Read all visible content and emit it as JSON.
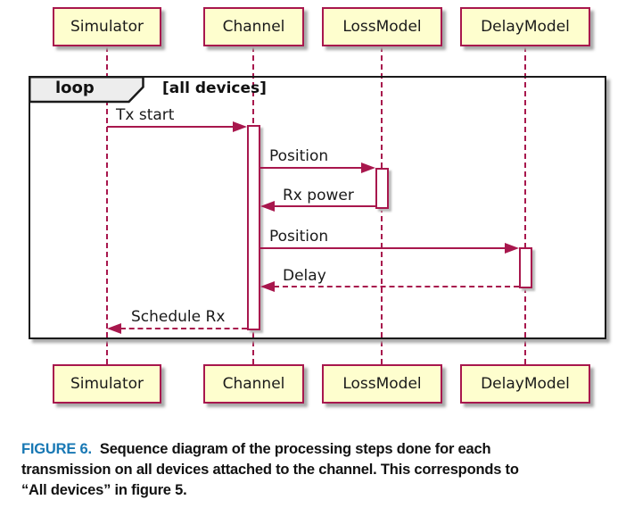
{
  "diagram": {
    "participants": [
      "Simulator",
      "Channel",
      "LossModel",
      "DelayModel"
    ],
    "loop": {
      "operator": "loop",
      "guard": "[all devices]"
    },
    "messages": [
      {
        "label": "Tx start",
        "from": "Simulator",
        "to": "Channel",
        "line": "solid"
      },
      {
        "label": "Position",
        "from": "Channel",
        "to": "LossModel",
        "line": "solid"
      },
      {
        "label": "Rx power",
        "from": "LossModel",
        "to": "Channel",
        "line": "solid"
      },
      {
        "label": "Position",
        "from": "Channel",
        "to": "DelayModel",
        "line": "solid"
      },
      {
        "label": "Delay",
        "from": "DelayModel",
        "to": "Channel",
        "line": "dashed"
      },
      {
        "label": "Schedule Rx",
        "from": "Channel",
        "to": "Simulator",
        "line": "dashed"
      }
    ],
    "colors": {
      "participant_fill": "#FEFECE",
      "participant_border": "#A8174D",
      "lifeline": "#A8174D",
      "frame_border": "#1a1a1a",
      "pentagon_fill": "#EDEDED"
    }
  },
  "caption": {
    "figure_label": "FIGURE 6.",
    "figure_label_color": "#1878B4",
    "line1": "Sequence diagram of the processing steps done for each",
    "line2": "transmission on all devices attached to the channel. This corresponds to",
    "line3": "“All devices” in figure 5."
  }
}
